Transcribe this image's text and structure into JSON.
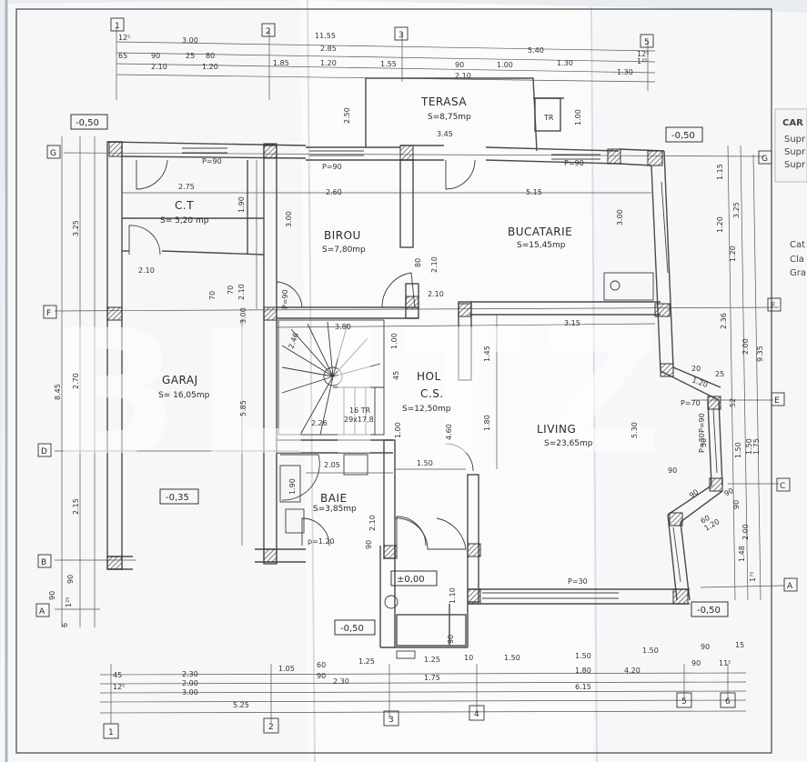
{
  "watermark": "BLITZ",
  "rooms": {
    "terasa": {
      "name": "TERASA",
      "area": "S=8,75mp"
    },
    "ct": {
      "name": "C.T",
      "area": "S= 5,20 mp"
    },
    "birou": {
      "name": "BIROU",
      "area": "S=7,80mp"
    },
    "bucatarie": {
      "name": "BUCATARIE",
      "area": "S=15,45mp"
    },
    "garaj": {
      "name": "GARAJ",
      "area": "S= 16,05mp"
    },
    "hol": {
      "name": "HOL",
      "name2": "C.S.",
      "area": "S=12,50mp"
    },
    "living": {
      "name": "LIVING",
      "area": "S=23,65mp"
    },
    "baie": {
      "name": "BAIE",
      "area": "S=3,85mp"
    }
  },
  "levels": {
    "ml_top": "-0,50",
    "mr_top": "-0,50",
    "garage": "-0,35",
    "entry": "±0,00",
    "bottom_left": "-0,50",
    "bottom_right": "-0,50"
  },
  "axes": {
    "top": [
      "1",
      "2",
      "3",
      "5"
    ],
    "bottom": [
      "1",
      "2",
      "3",
      "4",
      "5",
      "6"
    ],
    "left": [
      "G",
      "F",
      "D",
      "B",
      "A"
    ],
    "right": [
      "G",
      "F",
      "E",
      "C",
      "A"
    ]
  },
  "dims": {
    "top": {
      "r1": [
        "12⁵",
        "3.00",
        "11.55"
      ],
      "r2": [
        "2.85",
        "5.40",
        "12⁵"
      ],
      "r3": [
        "65",
        "90",
        "25",
        "80",
        "1.85",
        "1.20",
        "1.55",
        "90",
        "1.00",
        "1.30",
        "1²⁵"
      ],
      "r4": [
        "2.10",
        "1.20",
        "2.10",
        "1.30"
      ]
    },
    "bottom": {
      "r1": [
        "1.05",
        "60",
        "1.25",
        "1.25",
        "10",
        "1.50",
        "1.50",
        "1.50",
        "90"
      ],
      "r2": [
        "45",
        "2.30",
        "90",
        "1.80",
        "4.20",
        "15"
      ],
      "r3": [
        "12⁵",
        "2.00",
        "2.30",
        "1.75",
        "90"
      ],
      "r4": [
        "3.00",
        "6.15",
        "11⁵"
      ],
      "r5": [
        "5.25"
      ]
    },
    "left": [
      "3.25",
      "8.45",
      "2.70",
      "2.15",
      "90",
      "90",
      "1²⁵",
      "6"
    ],
    "right": [
      "1.15",
      "3.25",
      "1.20",
      "1.20",
      "2.36",
      "2.00",
      "9.35",
      "1.50",
      "1.50",
      "1.75",
      "2.00",
      "1.48",
      "1⁷⁵"
    ],
    "inner": [
      "2.50",
      "3.45",
      "1.00",
      "2.75",
      "2.60",
      "5.15",
      "1.90",
      "3.00",
      "3.00",
      "2.10",
      "70",
      "2.10",
      "2.10",
      "2.10",
      "3.80",
      "3.15",
      "1.45",
      "1.80",
      "4.60",
      "5.30",
      "5.85",
      "2.26",
      "2.46",
      "1.00",
      "45",
      "2.05",
      "1.50",
      "1.90",
      "2.10",
      "1.10",
      "80",
      "70",
      "90",
      "90",
      "60",
      "1.20",
      "1.20",
      "20",
      "25",
      "52",
      "30",
      "90",
      "90",
      "29x17,8",
      "16 TR",
      "P=90",
      "P=90",
      "P=90",
      "P=70",
      "P=90",
      "P=30",
      "P=30",
      "P=90",
      "p=1.20",
      "TR",
      "90",
      "1.00",
      "3.00",
      "90"
    ]
  },
  "side_panel": {
    "title": "CAR",
    "lines": [
      "Supr",
      "Supr",
      "Supr",
      "Cat",
      "Cla",
      "Gra"
    ]
  },
  "colors": {
    "paper": "#f4f5f8",
    "ink": "#2f2f2f",
    "wall": "#585858"
  }
}
